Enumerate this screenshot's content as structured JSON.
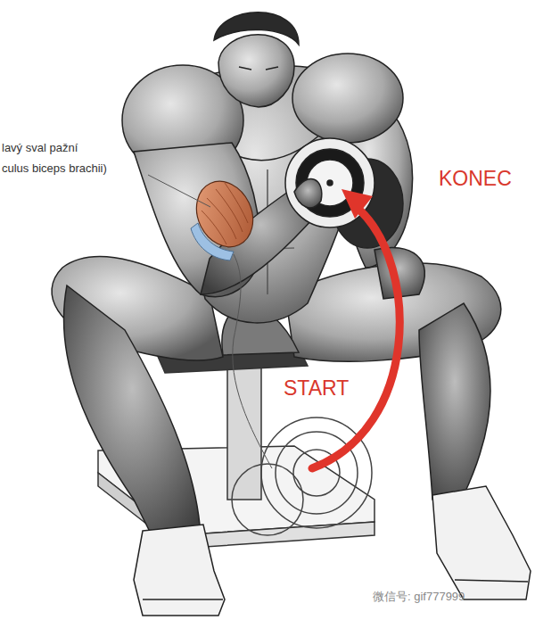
{
  "diagram": {
    "labels": [
      "lavý sval pažní",
      "culus biceps brachii)",
      "KONEC",
      "START",
      "微信号: gif777999"
    ]
  }
}
